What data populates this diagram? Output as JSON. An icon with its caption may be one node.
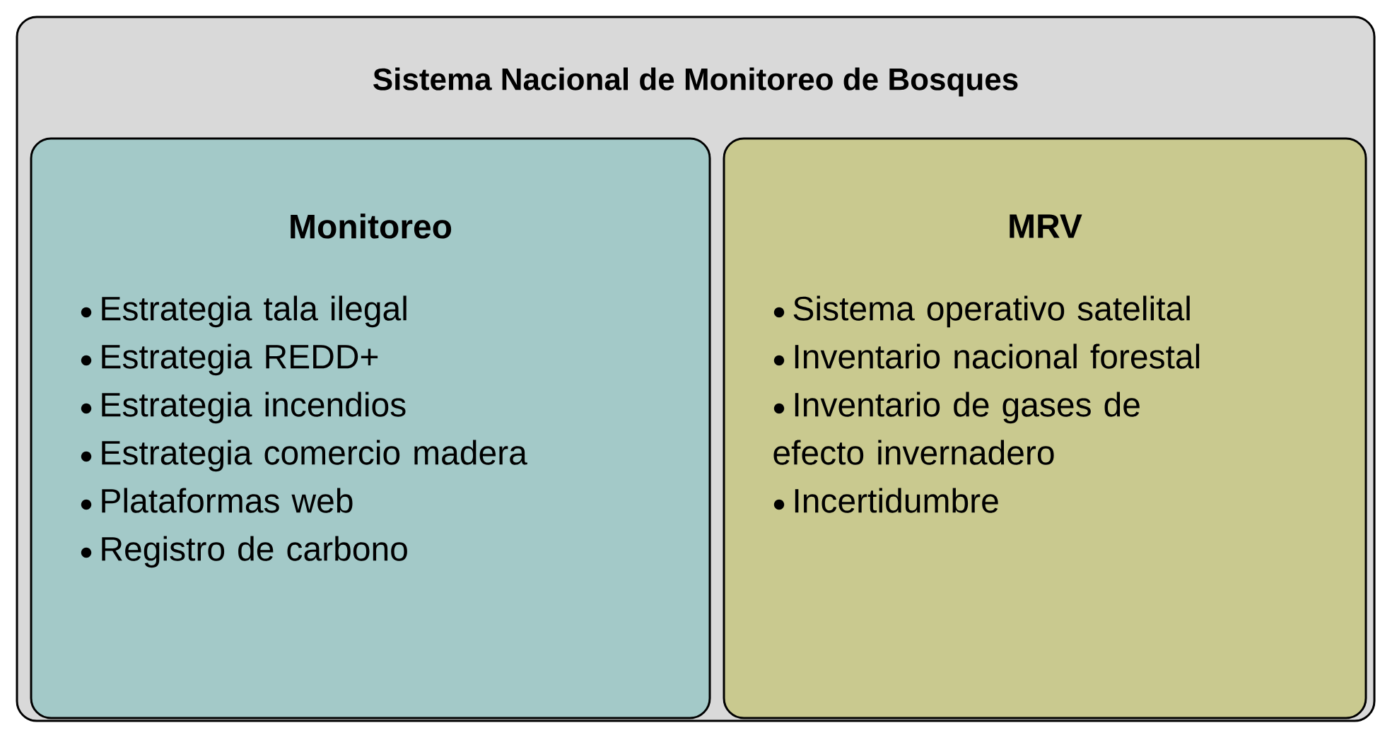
{
  "diagram": {
    "nodes": [
      {
        "text": [
          "Sistema Nacional de Monitoreo de Bosques"
        ]
      },
      {
        "text": [
          "Monitoreo",
          "Estrategia tala ilegal",
          "Estrategia REDD+",
          "Estrategia incendios",
          "Estrategia comercio madera",
          "Plataformas web",
          "Registro de carbono"
        ],
        "in": 0
      },
      {
        "text": [
          "MRV",
          "Sistema operativo satelital",
          "Inventario nacional forestal",
          "Inventario de gases de efecto invernadero",
          "Incertidumbre"
        ],
        "in": 0
      }
    ]
  }
}
